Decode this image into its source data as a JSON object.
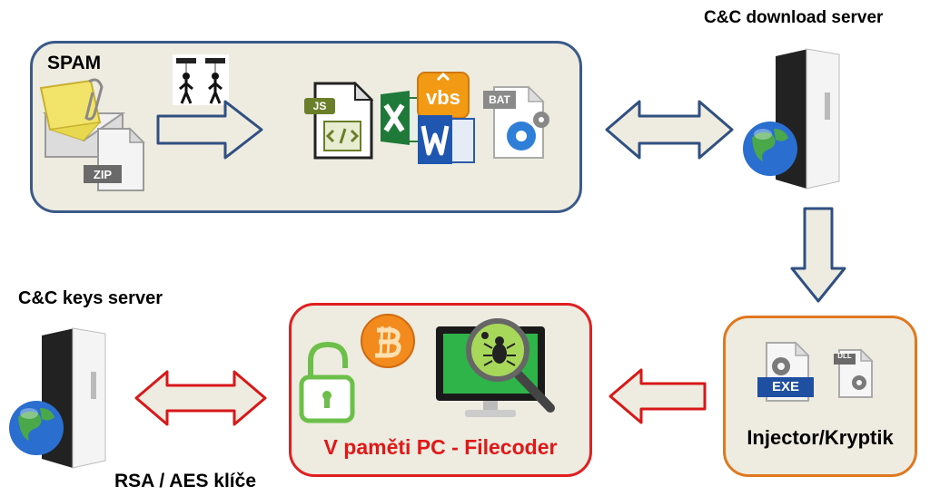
{
  "labels": {
    "cc_download_server": "C&C download server",
    "cc_keys_server": "C&C keys server",
    "spam": "SPAM",
    "rsa_aes_keys": "RSA / AES klíče",
    "filecoder": "V paměti PC - Filecoder",
    "injector": "Injector/Kryptik"
  },
  "icon_labels": {
    "zip": "ZIP",
    "js": "JS",
    "vbs": "vbs",
    "bat": "BAT",
    "exe": "EXE",
    "dll": "DLL"
  },
  "colors": {
    "spam_box_border": "#3a5a8a",
    "filecoder_box_border": "#e02020",
    "injector_box_border": "#e07820",
    "blue_arrow": "#2f5080",
    "red_arrow": "#d81818",
    "arrow_fill": "#eeebe0",
    "filecoder_text": "#e01818"
  },
  "icons": [
    "mail-envelope-icon",
    "zip-file-icon",
    "puppet-people-icon",
    "js-file-icon",
    "excel-icon",
    "vbs-icon",
    "word-icon",
    "bat-file-icon",
    "server-globe-icon",
    "padlock-icon",
    "bitcoin-icon",
    "monitor-bug-magnifier-icon",
    "exe-file-icon",
    "dll-file-icon"
  ]
}
